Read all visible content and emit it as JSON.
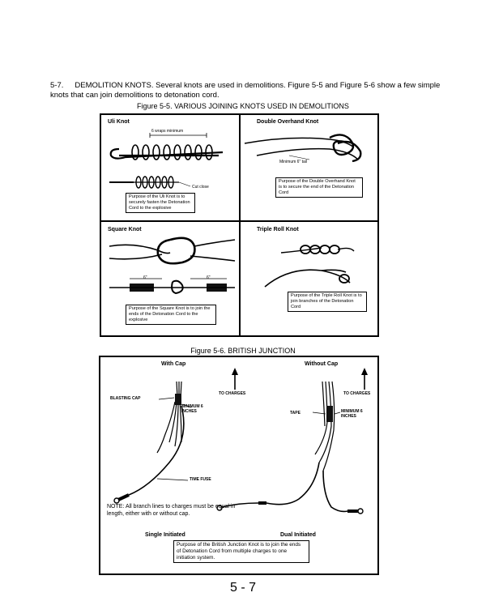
{
  "paragraph": {
    "number": "5-7.",
    "text": "DEMOLITION KNOTS. Several knots are used in demolitions.  Figure 5-5 and Figure 5-6 show a few simple knots that can join demolitions to detonation cord."
  },
  "figure_5_5": {
    "caption": "Figure 5-5. VARIOUS JOINING KNOTS USED IN DEMOLITIONS",
    "uli": {
      "title": "Uli Knot",
      "wraps": "6 wraps minimum",
      "cut": "Cut close",
      "purpose": "Purpose of the Uli Knot is to securely fasten the Detonation Cord to the explosive"
    },
    "double_overhand": {
      "title": "Double Overhand Knot",
      "minimum": "Minimum 6\" tail",
      "purpose": "Purpose of the Double Overhand Knot is to secure the end of the Detonation Cord"
    },
    "square": {
      "title": "Square Knot",
      "left_dim": "6\"",
      "right_dim": "6\"",
      "purpose": "Purpose of the Square Knot is to join the ends of the Detonation Cord to the explosive"
    },
    "triple_roll": {
      "title": "Triple Roll Knot",
      "purpose": "Purpose of the Triple Roll Knot is to join branches of the Detonation Cord"
    }
  },
  "figure_5_6": {
    "caption": "Figure 5-6. BRITISH JUNCTION",
    "with_cap": "With Cap",
    "without_cap": "Without Cap",
    "to_charges_left": "TO CHARGES",
    "to_charges_right": "TO CHARGES",
    "blasting_cap": "BLASTING CAP",
    "minimum_left": "MINIMUM 6 INCHES",
    "minimum_right": "MINIMUM 6 INCHES",
    "tape": "TAPE",
    "time_fuse": "TIME FUSE",
    "note": "NOTE: All branch lines to charges must be equal in length, either with or without cap.",
    "single": "Single Initiated",
    "dual": "Dual Initiated",
    "purpose": "Purpose of the British Junction Knot is to join the ends of Detonation Cord from multiple charges to one initiation system."
  },
  "page_number": "5 - 7"
}
